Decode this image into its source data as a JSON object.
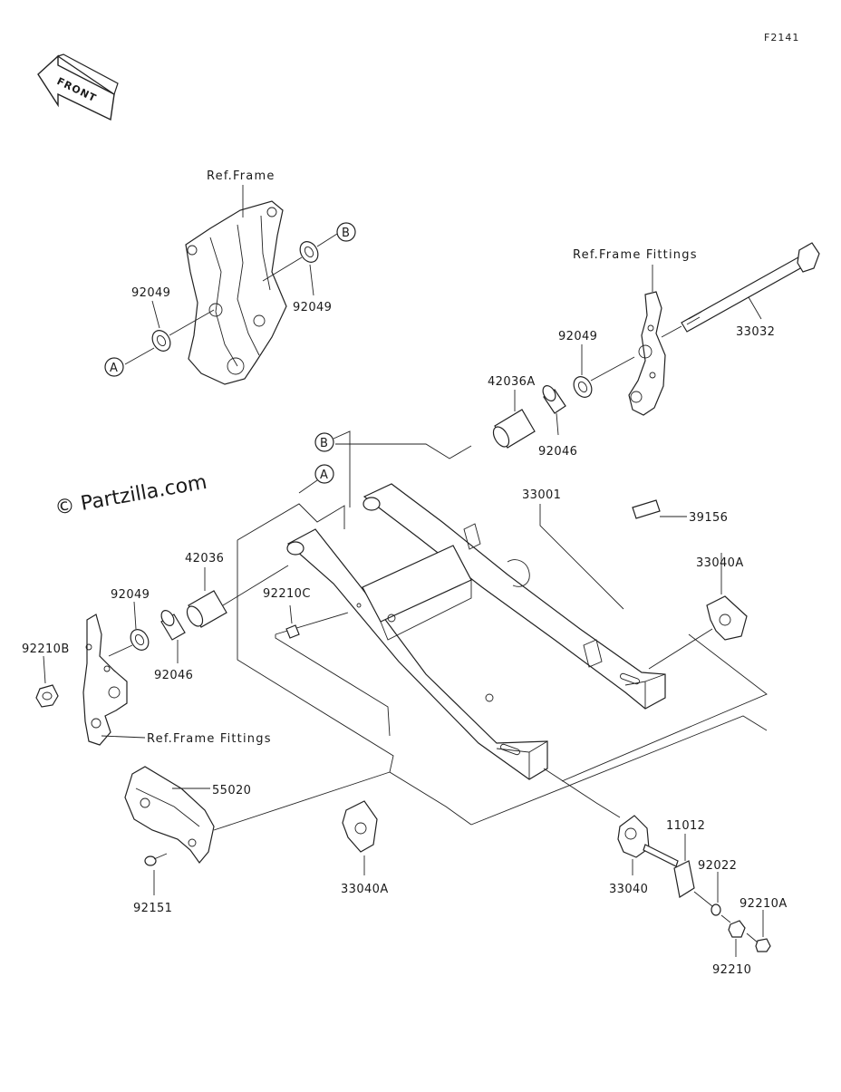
{
  "figure_code": "F2141",
  "front_label": "FRONT",
  "watermark": "© Partzilla.com",
  "refs": {
    "frame": "Ref.Frame",
    "frame_fittings_top": "Ref.Frame Fittings",
    "frame_fittings_left": "Ref.Frame Fittings"
  },
  "callouts": {
    "a": "A",
    "b": "B",
    "a2": "A",
    "b2": "B"
  },
  "parts": {
    "p92049_a": "92049",
    "p92049_b": "92049",
    "p92049_c": "92049",
    "p92049_d": "92049",
    "p33032": "33032",
    "p42036A": "42036A",
    "p92046_a": "92046",
    "p92046_b": "92046",
    "p33001": "33001",
    "p39156": "39156",
    "p33040A_a": "33040A",
    "p33040A_b": "33040A",
    "p42036": "42036",
    "p92210C": "92210C",
    "p92210B": "92210B",
    "p55020": "55020",
    "p92151": "92151",
    "p33040": "33040",
    "p11012": "11012",
    "p92022": "92022",
    "p92210A": "92210A",
    "p92210": "92210"
  }
}
